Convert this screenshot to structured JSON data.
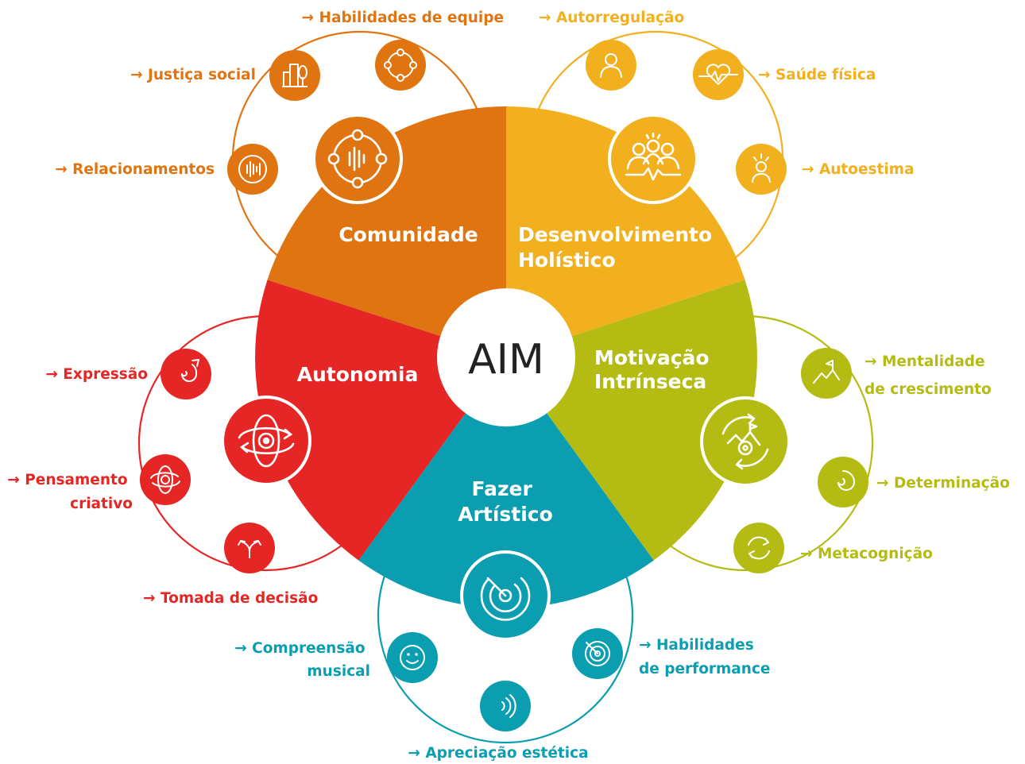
{
  "center": {
    "label": "AIM"
  },
  "colors": {
    "comunidade": "#E07410",
    "desenvolvimento": "#F2B01E",
    "motivacao": "#B4BC14",
    "fazer": "#0B9DB0",
    "autonomia": "#E52624"
  },
  "segments": {
    "comunidade": {
      "title": "Comunidade",
      "icon": "waveform-network-icon"
    },
    "desenvolvimento": {
      "title_line1": "Desenvolvimento",
      "title_line2": "Holístico",
      "icon": "people-heart-icon"
    },
    "motivacao": {
      "title_line1": "Motivação",
      "title_line2": "Intrínseca",
      "icon": "cycle-target-icon"
    },
    "fazer": {
      "title_line1": "Fazer",
      "title_line2": "Artístico",
      "icon": "radar-icon"
    },
    "autonomia": {
      "title": "Autonomia",
      "icon": "orbit-eye-icon"
    }
  },
  "skills": {
    "comunidade": [
      {
        "label": "→ Habilidades de equipe",
        "icon": "team-network-icon"
      },
      {
        "label": "→ Justiça social",
        "icon": "city-buildings-icon"
      },
      {
        "label": "→ Relacionamentos",
        "icon": "sound-wave-icon"
      }
    ],
    "desenvolvimento": [
      {
        "label": "→ Autorregulação",
        "icon": "person-icon"
      },
      {
        "label": "→ Saúde física",
        "icon": "heartbeat-icon"
      },
      {
        "label": "→ Autoestima",
        "icon": "radiant-person-icon"
      }
    ],
    "motivacao": [
      {
        "label_line1": "→ Mentalidade",
        "label_line2": "de crescimento",
        "icon": "mountain-flag-icon"
      },
      {
        "label": "→ Determinação",
        "icon": "spiral-icon"
      },
      {
        "label": "→ Metacognição",
        "icon": "refresh-cycle-icon"
      }
    ],
    "fazer": [
      {
        "label_line1": "→ Compreensão",
        "label_line2": "musical",
        "icon": "smiley-icon"
      },
      {
        "label_line1": "→ Habilidades",
        "label_line2": "de performance",
        "icon": "target-icon"
      },
      {
        "label": "→ Apreciação estética",
        "icon": "sound-waves-icon"
      }
    ],
    "autonomia": [
      {
        "label": "→ Expressão",
        "icon": "spiral-arrow-icon"
      },
      {
        "label_line1": "→ Pensamento",
        "label_line2": "criativo",
        "icon": "orbit-eye-small-icon"
      },
      {
        "label": "→ Tomada de decisão",
        "icon": "fork-arrows-icon"
      }
    ]
  }
}
